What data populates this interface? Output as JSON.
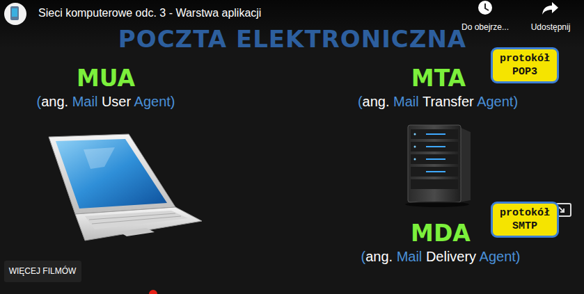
{
  "diagram": {
    "title": "POCZTA ELEKTRONICZNA",
    "nodes": [
      {
        "text": [
          "protokół POP3"
        ]
      },
      {
        "text": [
          "protokół SMTP"
        ]
      }
    ],
    "labels": [
      "Sieci komputerowe odc. 3 - Warstwa aplikacji",
      "Do obejrze...",
      "Udostępnij",
      "MUA",
      "(ang. Mail User Agent)",
      "MTA",
      "(ang. Mail Transfer Agent)",
      "MDA",
      "(ang. Mail Delivery Agent)",
      "WIĘCEJ FILMÓW"
    ]
  }
}
